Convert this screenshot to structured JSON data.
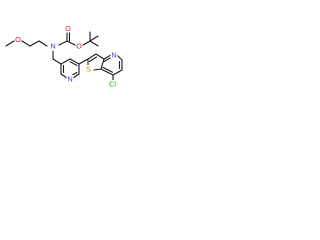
{
  "atoms": [
    {
      "id": "o-ether",
      "label": "O",
      "color": "#d21f1f"
    },
    {
      "id": "o-carbonyl",
      "label": "O",
      "color": "#d21f1f"
    },
    {
      "id": "o-ester",
      "label": "O",
      "color": "#d21f1f"
    },
    {
      "id": "n-amine",
      "label": "N",
      "color": "#2f3fd6"
    },
    {
      "id": "n-pyridine",
      "label": "N",
      "color": "#2f3fd6"
    },
    {
      "id": "s-thiophene",
      "label": "S",
      "color": "#b8a200"
    },
    {
      "id": "n-fused",
      "label": "N",
      "color": "#2f3fd6"
    },
    {
      "id": "cl",
      "label": "Cl",
      "color": "#22a822"
    }
  ]
}
